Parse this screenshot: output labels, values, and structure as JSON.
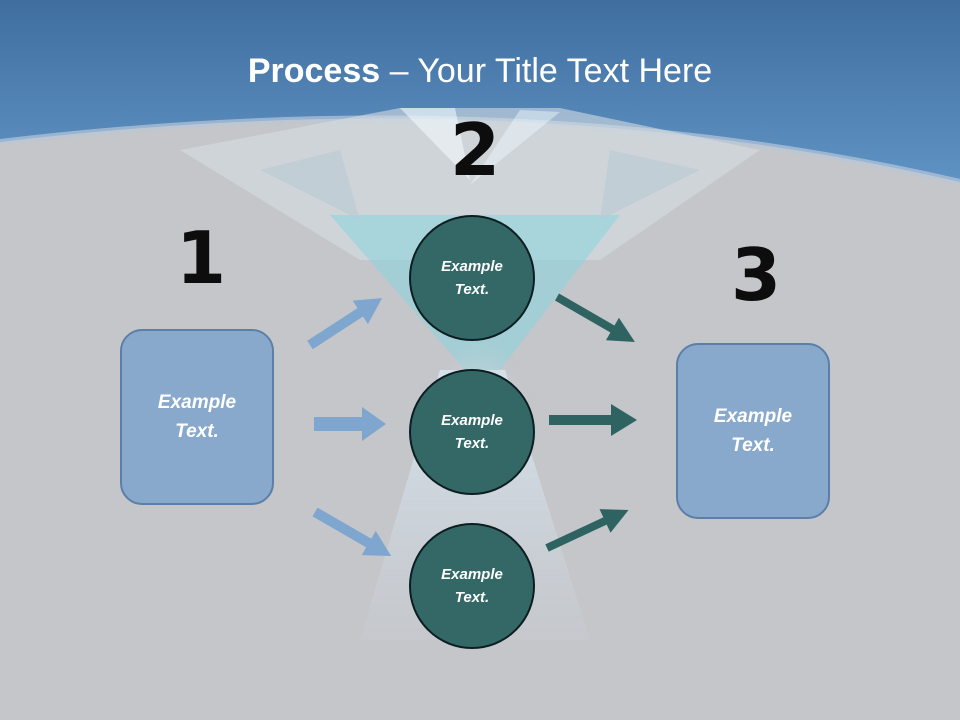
{
  "title": {
    "bold": "Process",
    "rest": " – Your Title Text Here"
  },
  "steps": {
    "one": "1",
    "two": "2",
    "three": "3"
  },
  "boxes": {
    "left": "Example\nText.",
    "right": "Example\nText."
  },
  "circles": {
    "top": "Example\nText.",
    "middle": "Example\nText.",
    "bottom": "Example\nText."
  },
  "colors": {
    "header": "#4f80b3",
    "background": "#c4c6ca",
    "box_fill": "#88a9cc",
    "circle_fill": "#336867",
    "arrow_light": "#7ea6cf",
    "arrow_dark": "#2f6361"
  }
}
